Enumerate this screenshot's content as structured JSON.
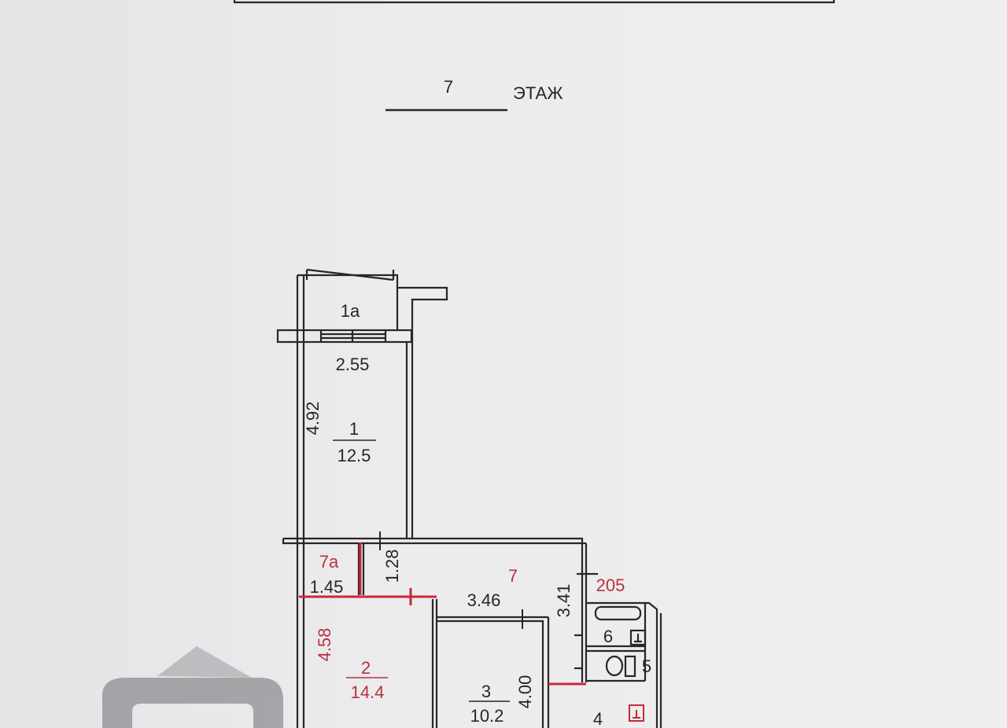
{
  "title": {
    "floor_number": "7",
    "floor_label": "ЭТАЖ"
  },
  "rooms": [
    {
      "id": "1a",
      "label": "1а"
    },
    {
      "id": "1",
      "label": "1",
      "area": "12.5"
    },
    {
      "id": "7a",
      "label": "7а"
    },
    {
      "id": "7",
      "label": "7"
    },
    {
      "id": "2",
      "label": "2",
      "area": "14.4"
    },
    {
      "id": "3",
      "label": "3",
      "area": "10.2"
    },
    {
      "id": "6",
      "label": "6"
    },
    {
      "id": "5",
      "label": "5"
    },
    {
      "id": "4",
      "label": "4"
    }
  ],
  "dimensions": {
    "d255": "2.55",
    "d492": "4.92",
    "d145": "1.45",
    "d128": "1.28",
    "d346": "3.46",
    "d341": "3.41",
    "d205": "205",
    "d458": "4.58",
    "d400": "4.00"
  },
  "colors": {
    "ink": "#2a2527",
    "red": "#c8283a"
  }
}
